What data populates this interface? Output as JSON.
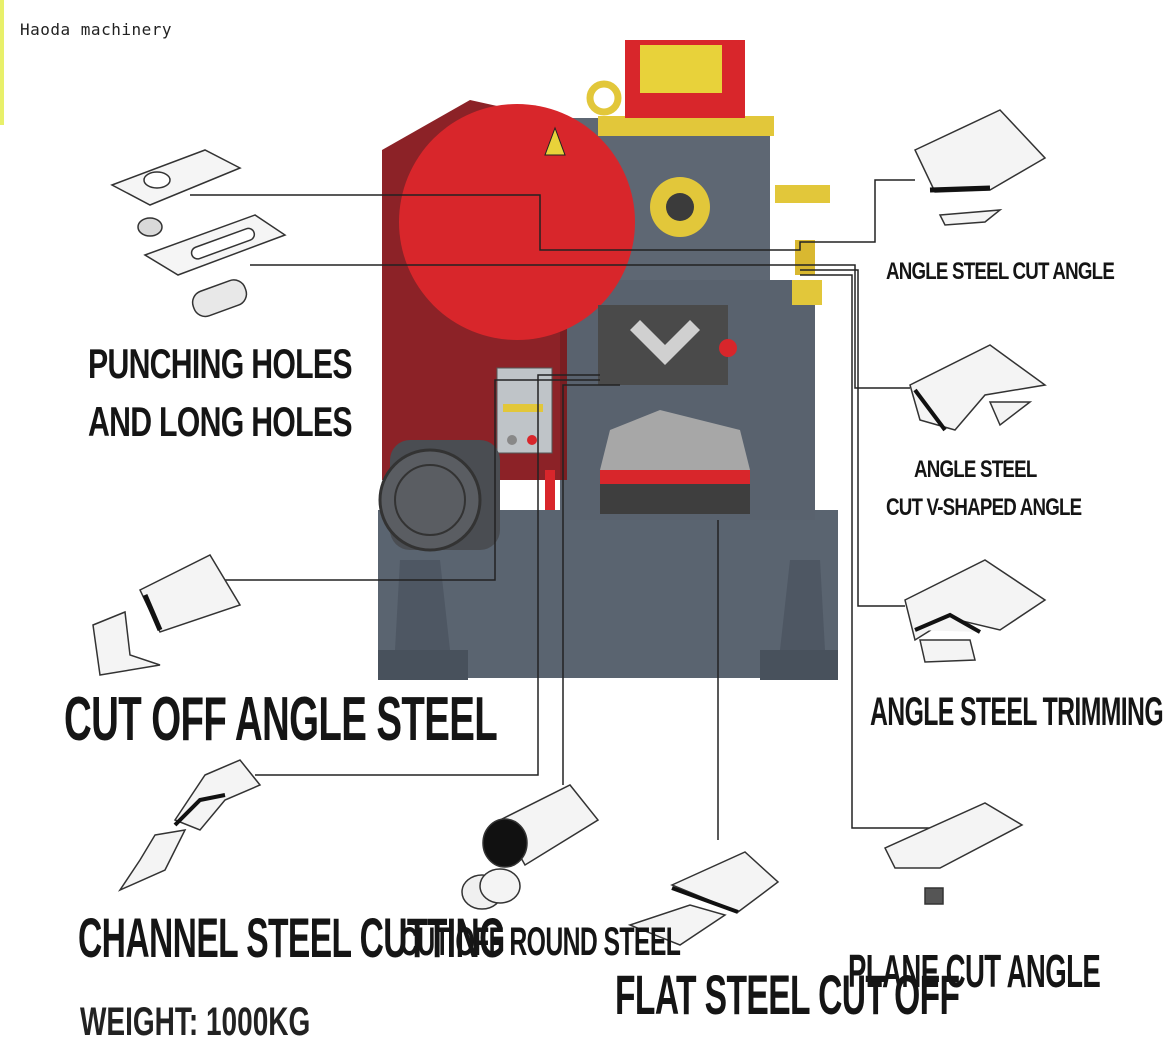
{
  "watermark": "Haoda machinery",
  "labels": {
    "punching_line1": "PUNCHING HOLES",
    "punching_line2": "AND LONG HOLES",
    "angle_cut_angle": "ANGLE STEEL CUT ANGLE",
    "v_angle_line1": "ANGLE STEEL",
    "v_angle_line2": "CUT V-SHAPED ANGLE",
    "trimming": "ANGLE STEEL TRIMMING",
    "cut_off_angle": "CUT OFF ANGLE STEEL",
    "channel": "CHANNEL STEEL CUTTING",
    "round": "CUT OFF ROUND STEEL",
    "flat": "FLAT STEEL CUT OFF",
    "plane": "PLANE CUT ANGLE",
    "weight_partial": "WEIGHT: 1000KG"
  },
  "colors": {
    "machine_body": "#5c6571",
    "guard_red": "#d8262b",
    "yellow": "#e2c73a",
    "line": "#222222"
  },
  "icons": {
    "warning": "warning-triangle-icon"
  }
}
